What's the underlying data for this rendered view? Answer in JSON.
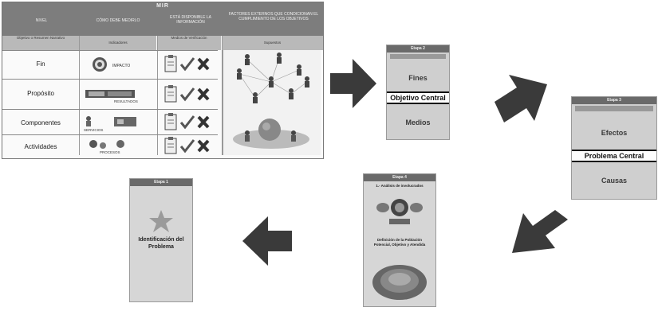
{
  "mir": {
    "title": "MIR",
    "columns": [
      "NIVEL",
      "Cómo debe medirlo",
      "Está disponible la información",
      "Factores externos que condicionan el cumplimiento de los objetivos"
    ],
    "subheaders": [
      "Objetivo o Resumen Narrativo",
      "Indicadores",
      "Medios de Verificación",
      "Supuestos"
    ],
    "rows": [
      {
        "label": "Fin",
        "indicator": "IMPACTO"
      },
      {
        "label": "Propósito",
        "indicator": "RESULTADOS"
      },
      {
        "label": "Componentes",
        "indicator": "SERVICIOS"
      },
      {
        "label": "Actividades",
        "indicator": "PROCESOS"
      }
    ]
  },
  "etapa2": {
    "header": "Etapa 2",
    "top": "Fines",
    "band": "Objetivo Central",
    "bottom": "Medios"
  },
  "etapa3": {
    "header": "Etapa 3",
    "top": "Efectos",
    "band": "Problema Central",
    "bottom": "Causas"
  },
  "etapa4": {
    "header": "Etapa 4",
    "subtitle": "1.- Análisis de involucrados",
    "caption": "Definición de la Población Potencial, Objetivo y Atendida"
  },
  "etapa1": {
    "header": "Etapa 1",
    "text": "Identificación del Problema"
  },
  "colors": {
    "arrow": "#3a3a3a",
    "header": "#7d7d7d",
    "card": "#cfcfcf",
    "band_border": "#111111"
  }
}
